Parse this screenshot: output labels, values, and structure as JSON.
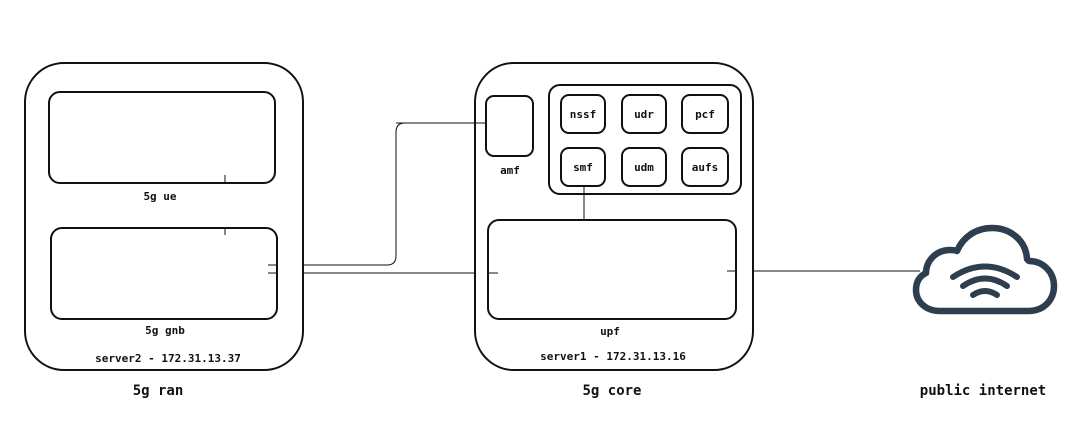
{
  "ran": {
    "server_label": "server2 - 172.31.13.37",
    "caption": "5g ran",
    "ue_label": "5g ue",
    "gnb_label": "5g gnb"
  },
  "core": {
    "server_label": "server1 - 172.31.13.16",
    "caption": "5g core",
    "amf_label": "amf",
    "upf_label": "upf",
    "nfs": [
      "nssf",
      "udr",
      "pcf",
      "smf",
      "udm",
      "aufs"
    ]
  },
  "internet": {
    "caption": "public internet",
    "icon": "cloud-wifi-icon",
    "color": "#2d3e4e"
  }
}
